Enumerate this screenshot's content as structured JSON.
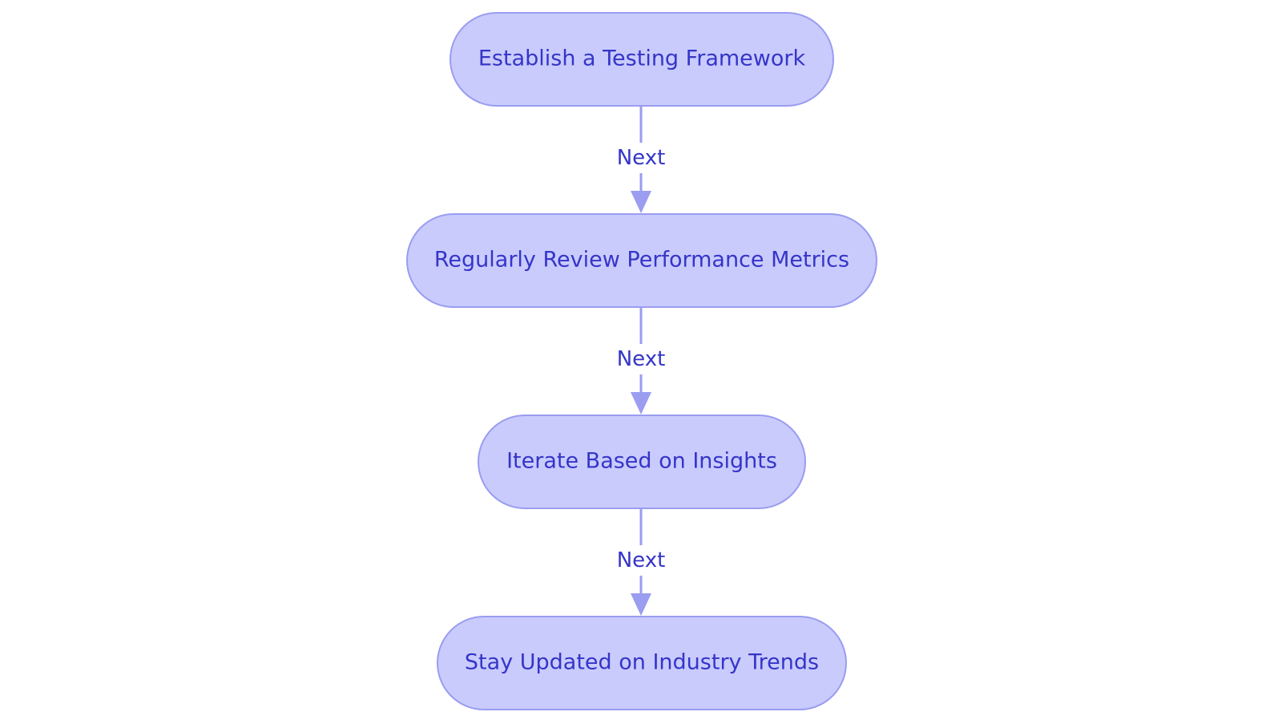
{
  "diagram": {
    "type": "flowchart",
    "direction": "top-to-bottom",
    "colors": {
      "node_fill": "#c9cbfd",
      "node_stroke": "#9a9df0",
      "node_text": "#3535c8",
      "edge_stroke": "#9a9df0",
      "edge_text": "#3535c8",
      "background": "#ffffff"
    },
    "nodes": [
      {
        "id": "n1",
        "label": "Establish a Testing Framework"
      },
      {
        "id": "n2",
        "label": "Regularly Review Performance Metrics"
      },
      {
        "id": "n3",
        "label": "Iterate Based on Insights"
      },
      {
        "id": "n4",
        "label": "Stay Updated on Industry Trends"
      }
    ],
    "edges": [
      {
        "from": "n1",
        "to": "n2",
        "label": "Next"
      },
      {
        "from": "n2",
        "to": "n3",
        "label": "Next"
      },
      {
        "from": "n3",
        "to": "n4",
        "label": "Next"
      }
    ]
  }
}
